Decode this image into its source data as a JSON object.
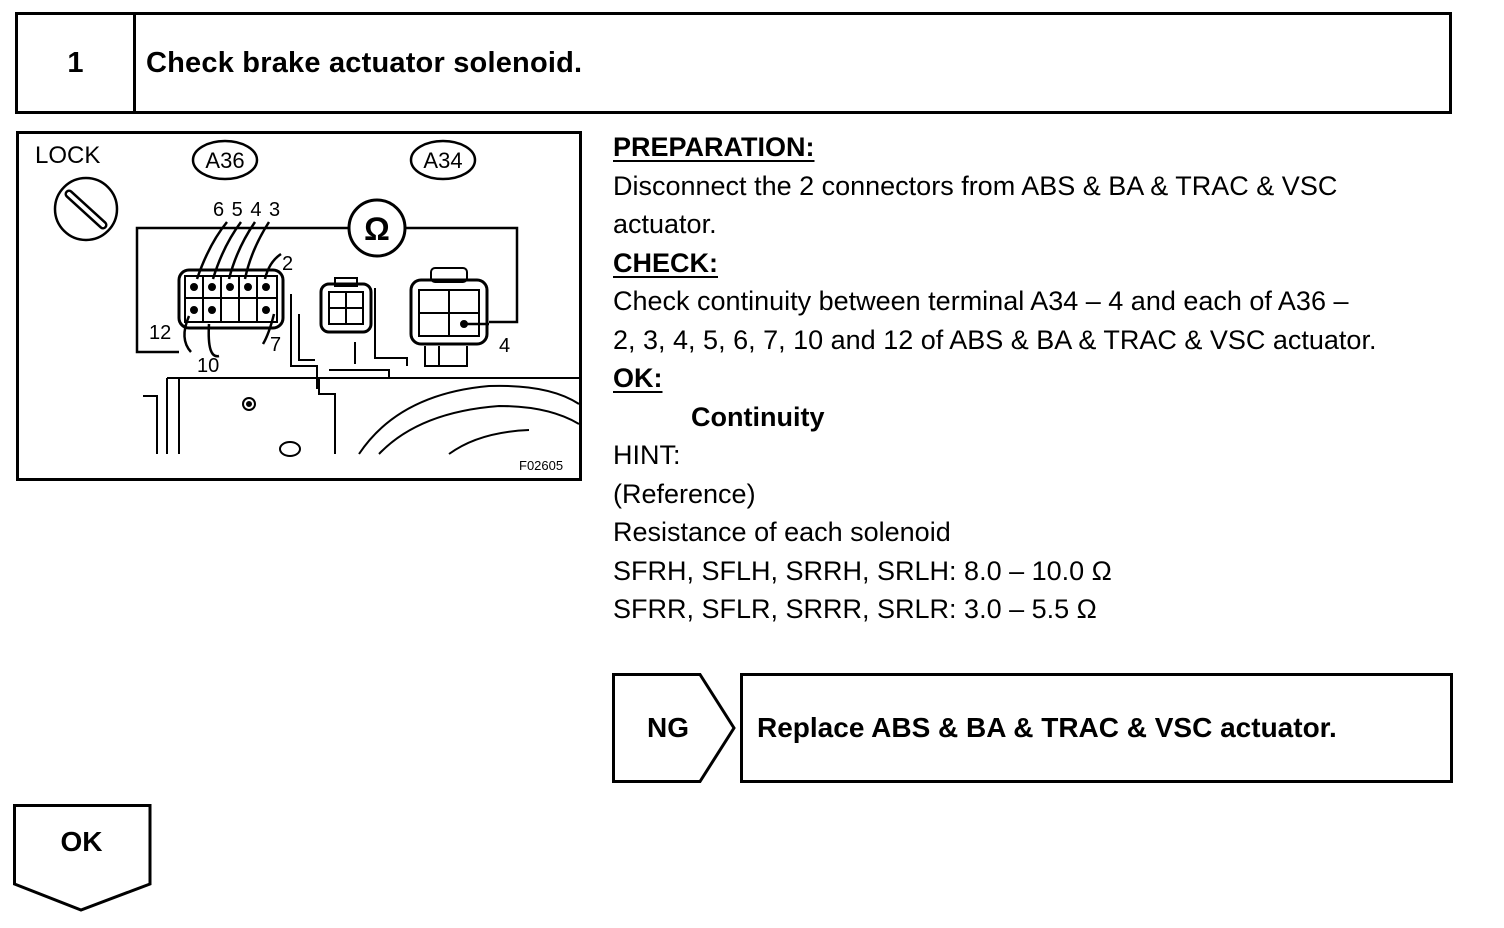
{
  "step": {
    "number": "1",
    "title": "Check brake actuator solenoid."
  },
  "figure": {
    "lock_label": "LOCK",
    "connector_a36": "A36",
    "connector_a34": "A34",
    "ohm_symbol": "Ω",
    "terminals_top": "6 5 4 3",
    "terminal_2": "2",
    "terminal_12": "12",
    "terminal_10": "10",
    "terminal_7": "7",
    "terminal_4": "4",
    "figure_code": "F02605"
  },
  "procedure": {
    "preparation_heading": "PREPARATION:",
    "preparation_line1": "Disconnect the 2 connectors from ABS & BA & TRAC & VSC",
    "preparation_line2": "actuator.",
    "check_heading": "CHECK:",
    "check_line1": "Check continuity between terminal A34 – 4 and each of A36 –",
    "check_line2": "2, 3, 4, 5, 6, 7, 10 and 12 of ABS & BA & TRAC & VSC actuator.",
    "ok_heading": "OK:",
    "ok_value": "Continuity",
    "hint_label": "HINT:",
    "hint_reference": "(Reference)",
    "hint_resistance": "Resistance of each solenoid",
    "hint_line1": "SFRH, SFLH, SRRH, SRLH: 8.0 – 10.0 Ω",
    "hint_line2": "SFRR, SFLR, SRRR, SRLR: 3.0 – 5.5 Ω"
  },
  "ng_branch": {
    "label": "NG",
    "action": "Replace ABS & BA & TRAC & VSC actuator."
  },
  "ok_branch": {
    "label": "OK"
  }
}
